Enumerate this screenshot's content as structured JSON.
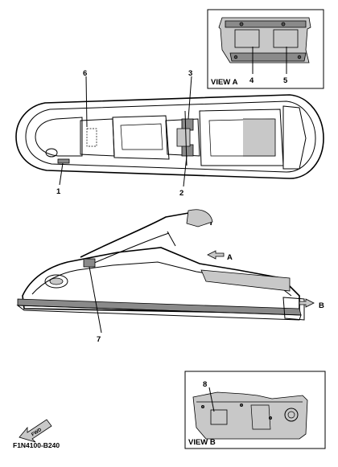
{
  "view_a": {
    "title": "VIEW A",
    "callouts": [
      "4",
      "5"
    ]
  },
  "view_b": {
    "title": "VIEW B",
    "callouts": [
      "8"
    ]
  },
  "top_view": {
    "callouts": [
      "6",
      "3",
      "1",
      "2"
    ]
  },
  "side_view": {
    "callouts": [
      "7"
    ],
    "arrow_a": "A",
    "arrow_b": "B"
  },
  "fwd_label": "FWD",
  "drawing_code": "F1N4100-B240"
}
